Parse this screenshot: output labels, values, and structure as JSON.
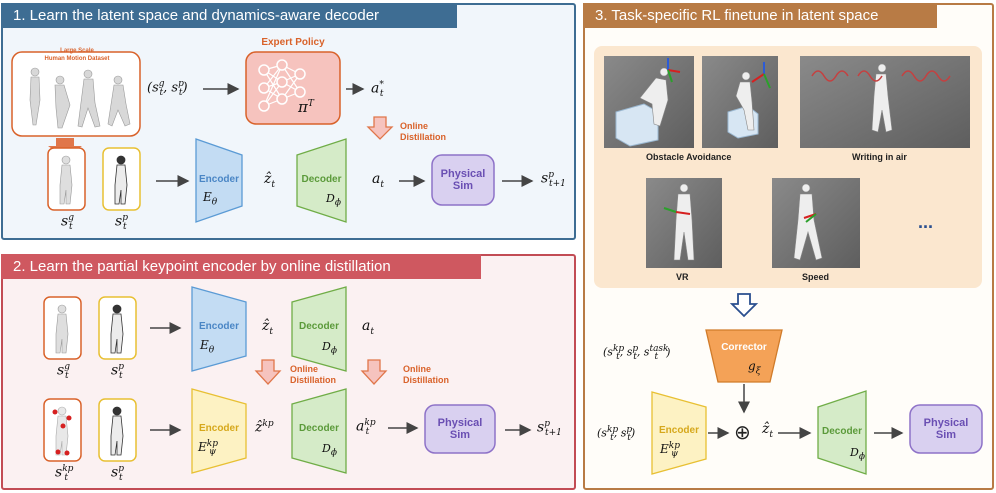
{
  "panel1": {
    "title": "1. Learn the latent space and dynamics-aware decoder",
    "dataset_label_1": "Large Scale",
    "dataset_label_2": "Human Motion Dataset",
    "expert_policy_label": "Expert Policy",
    "expert_symbol": "π",
    "expert_sup": "T",
    "input_state": "(s",
    "input_sup1": "g",
    "input_sub1": "t",
    "input_mid": ", s",
    "input_sup2": "p",
    "input_sub2": "t",
    "input_end": ")",
    "a_star": "a",
    "a_star_sup": "*",
    "a_star_sub": "t",
    "online": "Online",
    "distillation": "Distillation",
    "encoder": "Encoder",
    "encoder_sym": "E",
    "encoder_sub": "θ",
    "z_hat": "ẑ",
    "z_sub": "t",
    "decoder": "Decoder",
    "decoder_sym": "D",
    "decoder_sub": "ϕ",
    "a_t": "a",
    "a_t_sub": "t",
    "sim1": "Physical",
    "sim2": "Sim",
    "s_next": "s",
    "s_next_sup": "p",
    "s_next_sub": "t+1",
    "sg": "s",
    "sg_sup": "g",
    "sg_sub": "t",
    "sp": "s",
    "sp_sup": "p",
    "sp_sub": "t"
  },
  "panel2": {
    "title": "2. Learn the partial keypoint encoder by online distillation",
    "encoder": "Encoder",
    "encoder_sym": "E",
    "encoder_sub": "θ",
    "z_hat": "ẑ",
    "z_sub": "t",
    "decoder": "Decoder",
    "decoder_sym": "D",
    "decoder_sub": "ϕ",
    "a_t": "a",
    "a_t_sub": "t",
    "online": "Online",
    "distillation": "Distillation",
    "encoder_kp": "Encoder",
    "encoder_kp_sym": "E",
    "encoder_kp_sup": "kp",
    "encoder_kp_sub": "ψ",
    "z_kp": "ẑ",
    "z_kp_sup": "kp",
    "decoder2": "Decoder",
    "a_kp": "a",
    "a_kp_sup": "kp",
    "a_kp_sub": "t",
    "sim1": "Physical",
    "sim2": "Sim",
    "s_next": "s",
    "s_next_sup": "p",
    "s_next_sub": "t+1",
    "sg": "s",
    "sg_sup": "g",
    "sg_sub": "t",
    "sp": "s",
    "sp_sup": "p",
    "sp_sub": "t",
    "skp": "s",
    "skp_sup": "kp",
    "skp_sub": "t"
  },
  "panel3": {
    "title": "3. Task-specific RL finetune in latent space",
    "tasks": [
      "Obstacle Avoidance",
      "Writing in air",
      "VR",
      "Speed"
    ],
    "ellipsis": "...",
    "corrector": "Corrector",
    "corrector_sym": "g",
    "corrector_sub": "ξ",
    "corr_input": "(s",
    "corr_input_sup1": "kp",
    "corr_input_sub1": "t",
    "corr_input_mid1": ", s",
    "corr_input_sup2": "p",
    "corr_input_sub2": "t",
    "corr_input_mid2": ", s",
    "corr_input_sup3": "task",
    "corr_input_sub3": "t",
    "corr_input_end": ")",
    "enc_input": "(s",
    "enc_input_sup1": "kp",
    "enc_input_sub1": "t",
    "enc_input_mid": ", s",
    "enc_input_sup2": "p",
    "enc_input_sub2": "t",
    "enc_input_end": ")",
    "encoder": "Encoder",
    "encoder_sym": "E",
    "encoder_sup": "kp",
    "encoder_sub": "ψ",
    "oplus": "⊕",
    "z_hat": "ẑ",
    "z_sub": "t",
    "decoder": "Decoder",
    "decoder_sym": "D",
    "decoder_sub": "ϕ",
    "sim1": "Physical",
    "sim2": "Sim"
  },
  "colors": {
    "panel1_border": "#3e6d93",
    "panel1_fill": "#f1f6fb",
    "panel1_title": "#3e6d93",
    "panel2_border": "#c24c55",
    "panel2_fill": "#fbf1f2",
    "panel2_title": "#cf5860",
    "panel3_border": "#b87b45",
    "panel3_fill": "#fffdf9",
    "panel3_title": "#b87b45",
    "encoder_blue": "#c3dcf3",
    "encoder_yellow": "#fdf2c3",
    "decoder_green": "#d5ebc8",
    "sim_purple": "#d9d0f0",
    "corrector_orange": "#f4a257",
    "policy_red": "#f6c3be",
    "accent_orange": "#e0764a"
  }
}
